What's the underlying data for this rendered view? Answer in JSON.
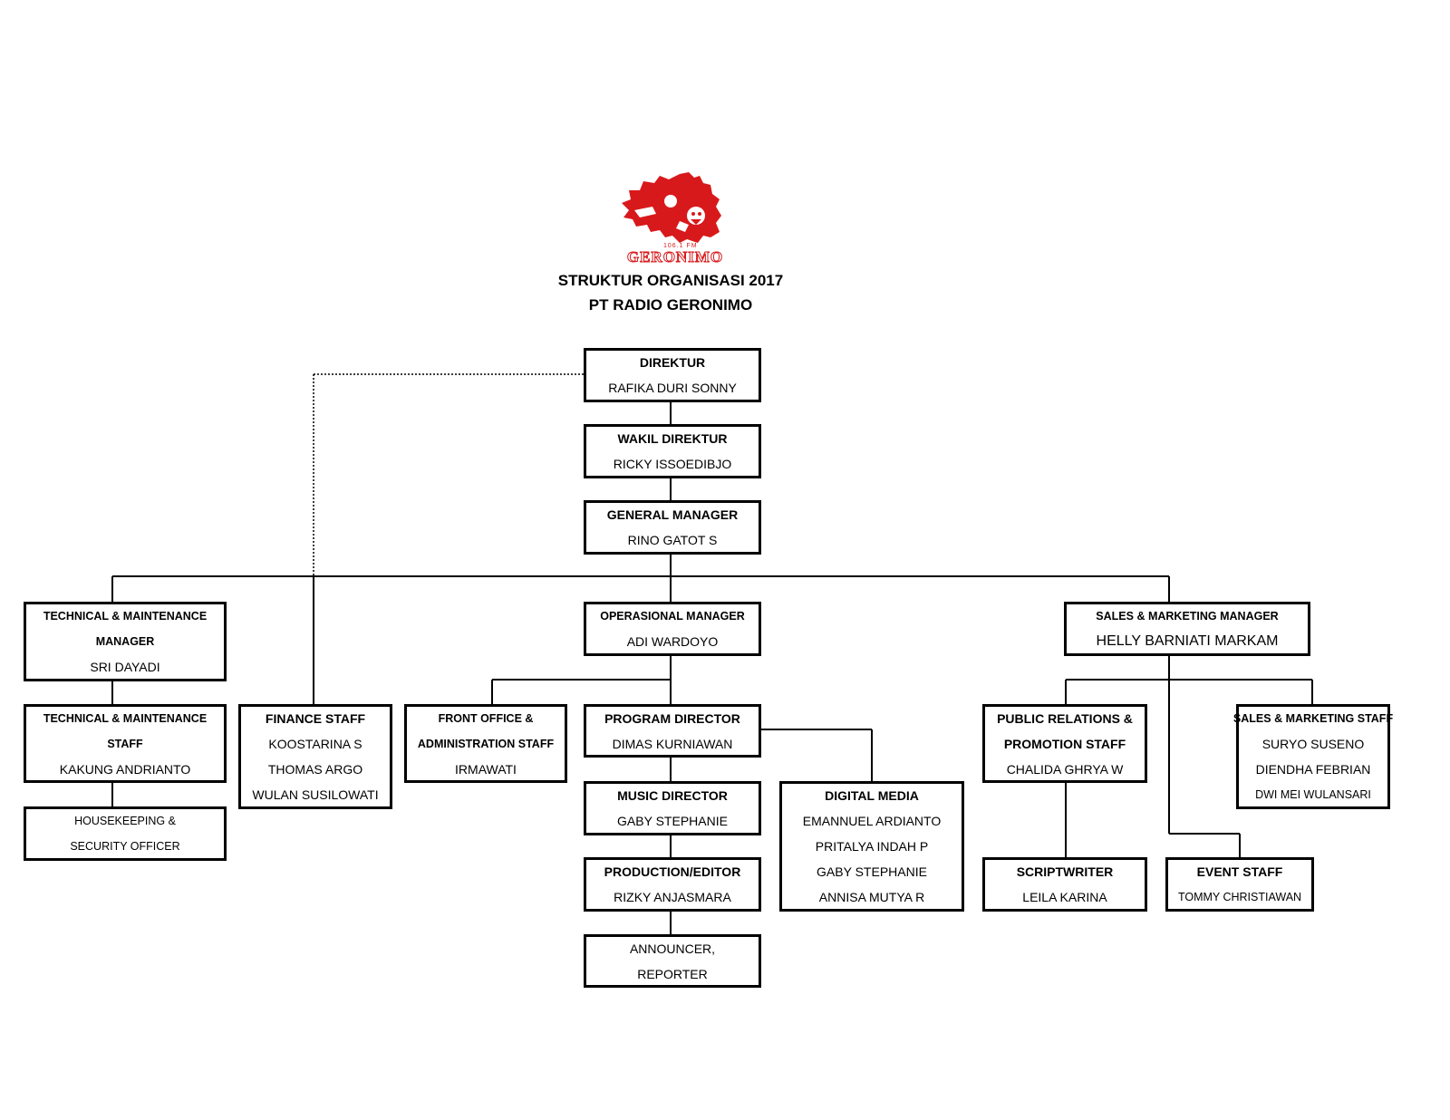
{
  "logo": {
    "brand": "GERONIMO",
    "frequency": "106.1 FM"
  },
  "title": {
    "line1": "STRUKTUR ORGANISASI 2017",
    "line2": "PT RADIO GERONIMO"
  },
  "nodes": {
    "direktur": {
      "title": "DIREKTUR",
      "names": [
        "RAFIKA DURI SONNY"
      ]
    },
    "wakil": {
      "title": "WAKIL DIREKTUR",
      "names": [
        "RICKY ISSOEDIBJO"
      ]
    },
    "gm": {
      "title": "GENERAL MANAGER",
      "names": [
        "RINO GATOT S"
      ]
    },
    "tech_mgr": {
      "title1": "TECHNICAL & MAINTENANCE",
      "title2": "MANAGER",
      "names": [
        "SRI DAYADI"
      ]
    },
    "tech_staff": {
      "title1": "TECHNICAL & MAINTENANCE",
      "title2": "STAFF",
      "names": [
        "KAKUNG ANDRIANTO"
      ]
    },
    "housekeeping": {
      "lines": [
        "HOUSEKEEPING &",
        "SECURITY OFFICER"
      ]
    },
    "finance": {
      "title": "FINANCE STAFF",
      "names": [
        "KOOSTARINA S",
        "THOMAS ARGO",
        "WULAN SUSILOWATI"
      ]
    },
    "ops_mgr": {
      "title": "OPERASIONAL MANAGER",
      "names": [
        "ADI WARDOYO"
      ]
    },
    "front_office": {
      "title1": "FRONT OFFICE &",
      "title2": "ADMINISTRATION STAFF",
      "names": [
        "IRMAWATI"
      ]
    },
    "program_dir": {
      "title": "PROGRAM DIRECTOR",
      "names": [
        "DIMAS KURNIAWAN"
      ]
    },
    "music_dir": {
      "title": "MUSIC DIRECTOR",
      "names": [
        "GABY STEPHANIE"
      ]
    },
    "production": {
      "title": "PRODUCTION/EDITOR",
      "names": [
        "RIZKY ANJASMARA"
      ]
    },
    "announcer": {
      "lines": [
        "ANNOUNCER,",
        "REPORTER"
      ]
    },
    "digital": {
      "title": "DIGITAL MEDIA",
      "names": [
        "EMANNUEL ARDIANTO",
        "PRITALYA INDAH P",
        "GABY STEPHANIE",
        "ANNISA MUTYA R"
      ]
    },
    "sales_mgr": {
      "title": "SALES & MARKETING MANAGER",
      "names": [
        "HELLY BARNIATI MARKAM"
      ]
    },
    "pr": {
      "title1": "PUBLIC RELATIONS &",
      "title2": "PROMOTION STAFF",
      "names": [
        "CHALIDA GHRYA W"
      ]
    },
    "sales_staff": {
      "title": "SALES & MARKETING STAFF",
      "names": [
        "SURYO SUSENO",
        "DIENDHA FEBRIAN",
        "DWI MEI WULANSARI"
      ]
    },
    "scriptwriter": {
      "title": "SCRIPTWRITER",
      "names": [
        "LEILA KARINA"
      ]
    },
    "event": {
      "title": "EVENT STAFF",
      "names": [
        "TOMMY CHRISTIAWAN"
      ]
    }
  },
  "colors": {
    "logo_red": "#d8191b",
    "line": "#000000"
  }
}
